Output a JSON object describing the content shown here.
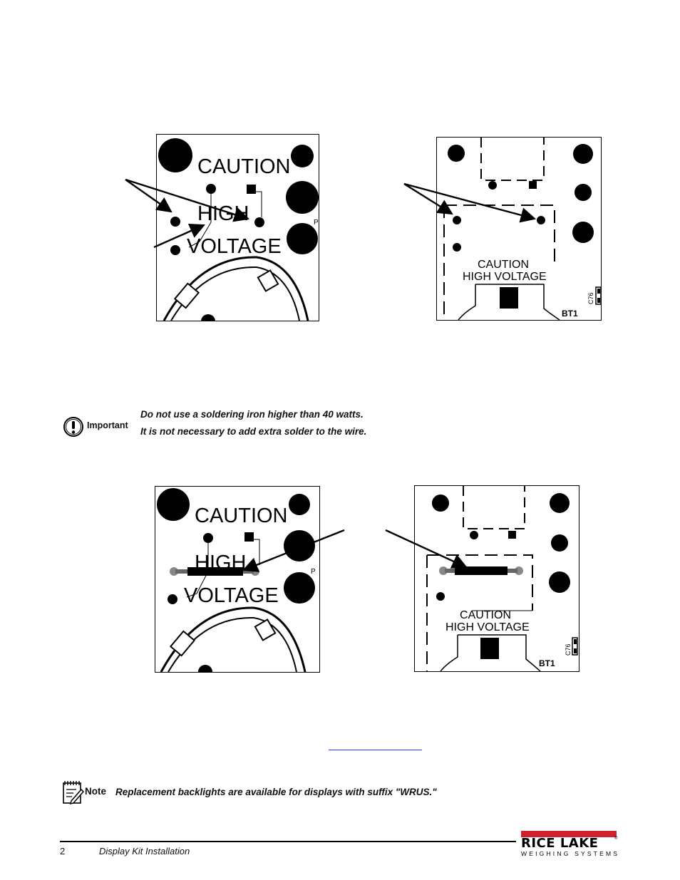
{
  "boards": {
    "label_caution": "CAUTION",
    "label_high": "HIGH",
    "label_voltage": "VOLTAGE",
    "label_small_caution": "CAUTION",
    "label_small_high_voltage": "HIGH VOLTAGE",
    "label_p": "P",
    "label_bt1": "BT1",
    "label_c76": "C76"
  },
  "important": {
    "label": "Important",
    "line1": "Do not use a soldering iron higher than 40 watts.",
    "line2": "It is not necessary to add extra solder to the wire."
  },
  "note": {
    "label": "Note",
    "text": "Replacement backlights are available for displays with suffix \"WRUS.\""
  },
  "footer": {
    "page_number": "2",
    "title": "Display Kit Installation",
    "logo_main": "RICE LAKE",
    "logo_sub": "WEIGHING SYSTEMS",
    "logo_reg": "®"
  },
  "colors": {
    "logo_red": "#d0202e",
    "link_blue": "#1a3cff"
  },
  "icons": [
    "exclamation-circle-icon",
    "notepad-pencil-icon"
  ]
}
